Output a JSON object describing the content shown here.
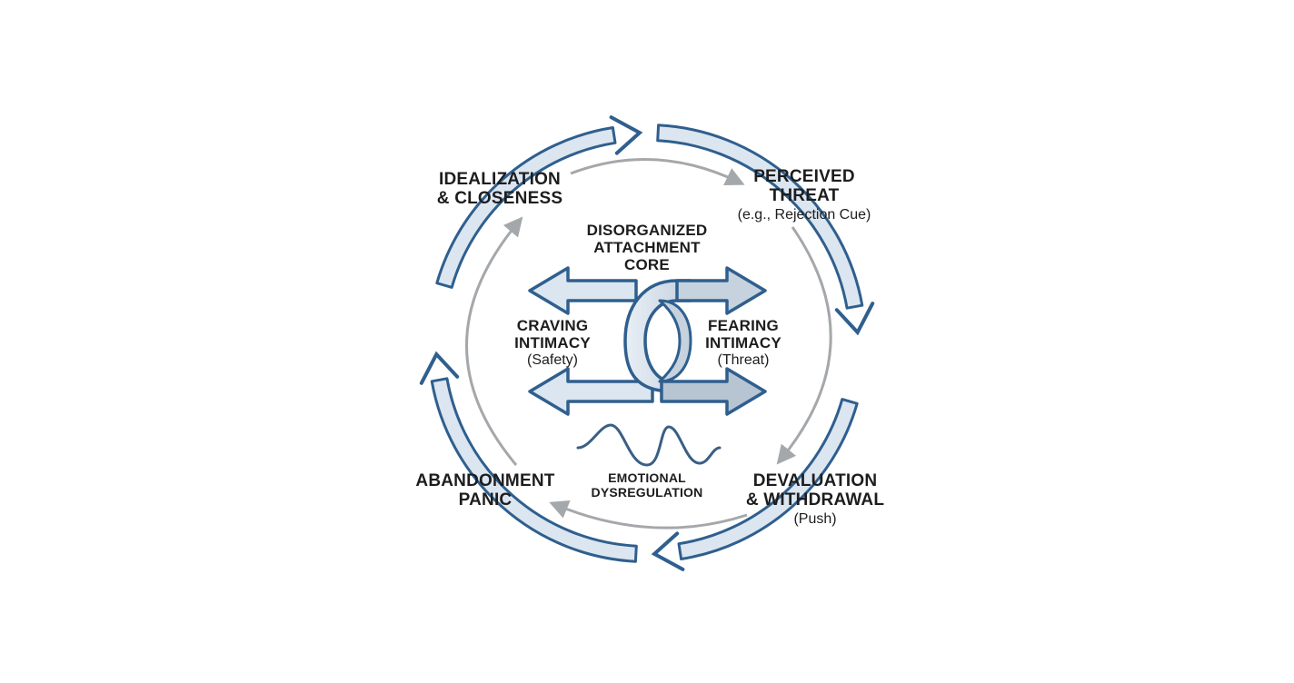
{
  "stages": {
    "idealization": {
      "line1": "IDEALIZATION",
      "line2": "& CLOSENESS"
    },
    "threat": {
      "line1": "PERCEIVED",
      "line2": "THREAT",
      "sub": "(e.g., Rejection Cue)"
    },
    "devaluation": {
      "line1": "DEVALUATION",
      "line2": "& WITHDRAWAL",
      "sub": "(Push)"
    },
    "abandonment": {
      "line1": "ABANDONMENT",
      "line2": "PANIC"
    }
  },
  "core": {
    "line1": "DISORGANIZED",
    "line2": "ATTACHMENT",
    "line3": "CORE"
  },
  "craving": {
    "line1": "CRAVING",
    "line2": "INTIMACY",
    "sub": "(Safety)"
  },
  "fearing": {
    "line1": "FEARING",
    "line2": "INTIMACY",
    "sub": "(Threat)"
  },
  "emotional": {
    "line1": "EMOTIONAL",
    "line2": "DYSREGULATION"
  },
  "colors": {
    "outer_stroke": "#2f5f8e",
    "outer_fill": "#dce6f0",
    "inner_arrow": "#a5a8ab",
    "wave": "#3a5f85",
    "text": "#1d1d1f"
  },
  "icons": [
    "cycle-arrow",
    "knot-arrow",
    "wave-icon"
  ]
}
